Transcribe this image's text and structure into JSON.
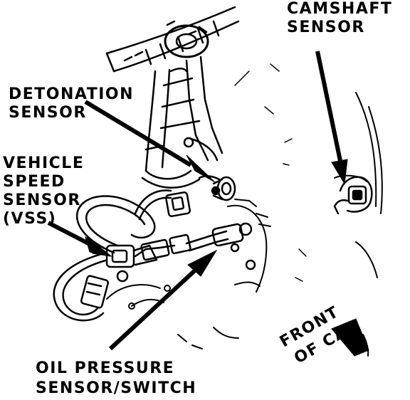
{
  "labels": {
    "camshaft": [
      "CAMSHAFT",
      "SENSOR"
    ],
    "detonation": [
      "DETONATION",
      "SENSOR"
    ],
    "vss": [
      "VEHICLE",
      "SPEED",
      "SENSOR",
      "(VSS)"
    ],
    "oil": [
      "OIL PRESSURE",
      "SENSOR/SWITCH"
    ],
    "front": [
      "FRONT",
      "OF CAR"
    ]
  },
  "colors": {
    "ink": "#000000",
    "paper": "#ffffff"
  }
}
